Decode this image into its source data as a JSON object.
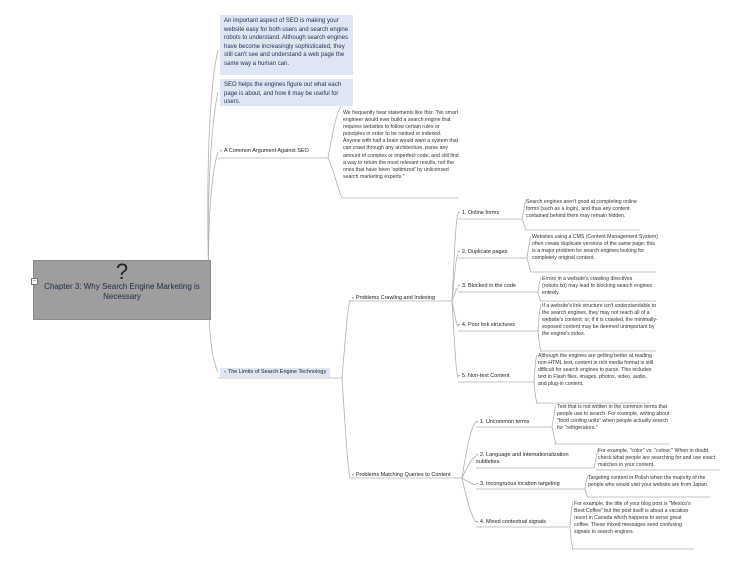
{
  "root": {
    "icon": "question-mark-icon",
    "title": "Chapter 3: Why Search Engine Marketing is Necessary"
  },
  "notes": {
    "note1": "An important aspect of SEO is making your website easy for both users and search engine robots to understand. Although search engines have become increasingly sophisticated, they still can't see and understand a web page the same way a human can.",
    "note2": "SEO helps the engines figure out what each page is about, and how it may be useful for users."
  },
  "argument": {
    "label": "A Common Argument Against SEO",
    "text": "We frequently hear statements like this: \"No smart engineer would ever build a search engine that requires websites to follow certain rules or principles in order to be ranked or indexed. Anyone with half a brain would want a system that can crawl through any architecture, parse any amount of complex or imperfect code, and still find a way to return the most relevant results, not the ones that have been 'optimized' by unlicensed search marketing experts.\""
  },
  "limits": {
    "label": "The Limits of Search Engine Technology",
    "crawling": {
      "label": "Problems Crawling and Indexing",
      "items": [
        {
          "label": "1. Online forms",
          "text": "Search engines aren't good at completing online forms (such as a login), and thus any content contained behind them may remain hidden."
        },
        {
          "label": "2. Duplicate pages",
          "text": "Websites using a CMS (Content Management System) often create duplicate versions of the same page; this is a major problem for search engines looking for completely original content."
        },
        {
          "label": "3. Blocked in the code",
          "text": "Errors in a website's crawling directives (robots.txt) may lead to blocking search engines entirely."
        },
        {
          "label": "4. Poor link structures",
          "text": "If a website's link structure isn't understandable to the search engines, they may not reach all of a website's content; or, if it is crawled, the minimally-exposed content may be deemed unimportant by the engine's index."
        },
        {
          "label": "5. Non-text Content",
          "text": "Although the engines are getting better at reading non-HTML text, content in rich media format is still difficult for search engines to parse. This includes text in Flash files, images, photos, video, audio, and plug-in content."
        }
      ]
    },
    "matching": {
      "label": "Problems Matching Queries to Content",
      "items": [
        {
          "label": "1. Uncommon terms",
          "text": "Text that is not written in the common terms that people use to search. For example, writing about \"food cooling units\" when people actually search for \"refrigerators.\""
        },
        {
          "label": "2. Language and internationalization subtleties.",
          "text": "For example, \"color\" vs. \"colour.\" When in doubt, check what people are searching for and use exact matches in your content."
        },
        {
          "label": "3. Incongruous location targeting",
          "text": "Targeting content in Polish when the majority of the people who would visit your website are from Japan."
        },
        {
          "label": "4. Mixed contextual signals",
          "text": "For example, the title of your blog post is \"Mexico's Best Coffee\" but the post itself is about a vacation resort in Canada which happens to serve great coffee. These mixed messages send confusing signals to search engines."
        }
      ]
    }
  }
}
